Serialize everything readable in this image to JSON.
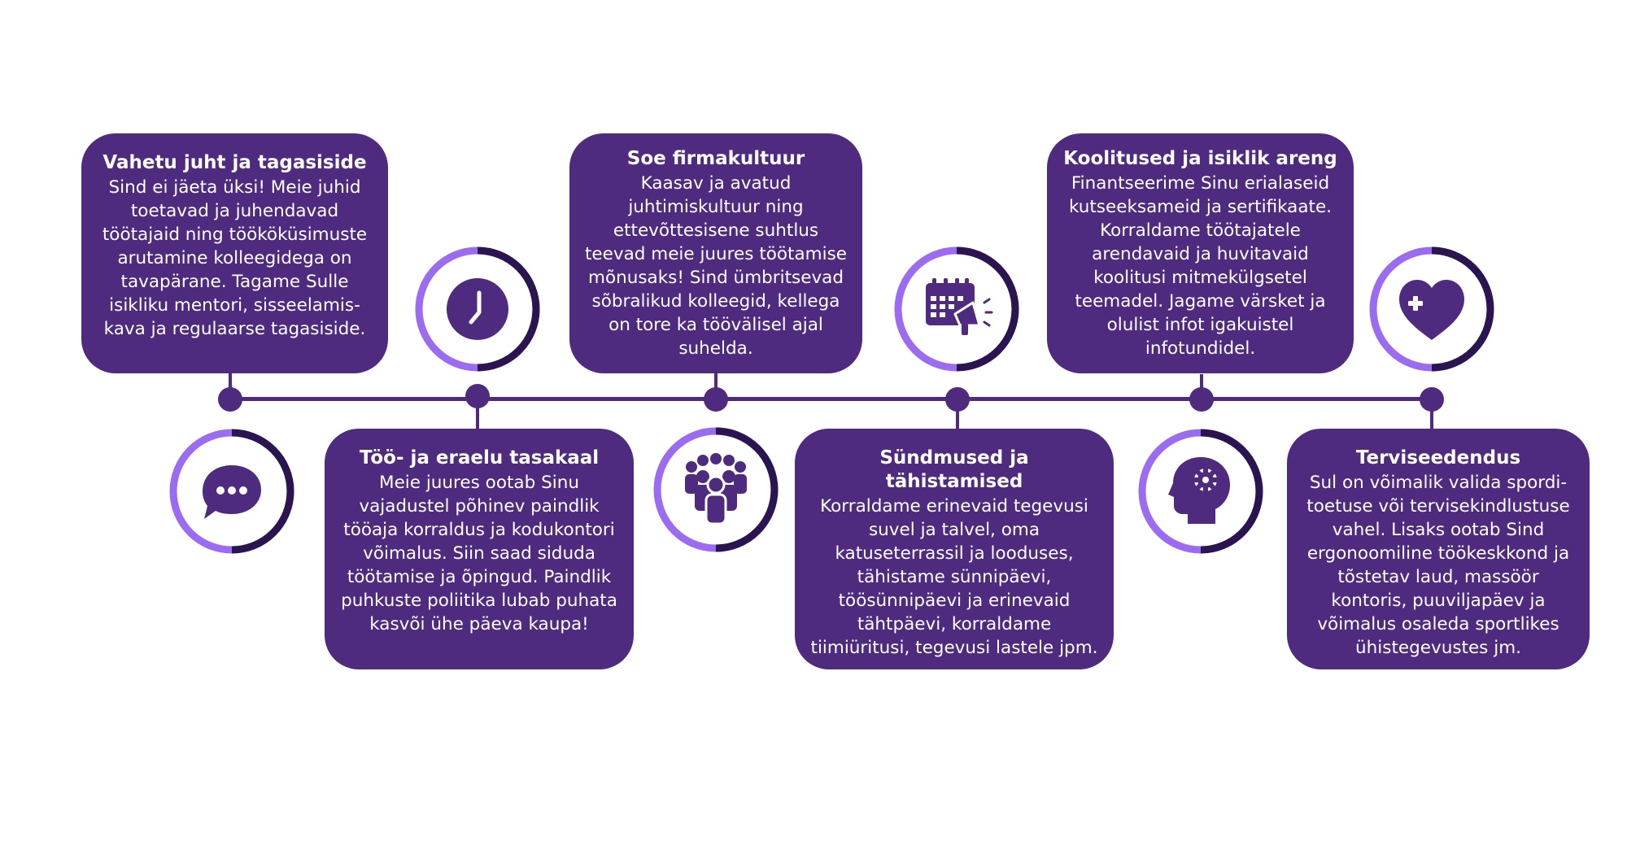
{
  "colors": {
    "card_bg": "#4e2b7f",
    "ring_light": "#9b6bf2",
    "ring_dark": "#2a1550",
    "icon_fill": "#4e2b7f",
    "text": "#ffffff"
  },
  "cards": [
    {
      "title": "Vahetu juht ja tagasiside",
      "body": "Sind ei jäeta üksi! Meie juhid toetavad ja juhendavad töötajaid ning töököküsimuste arutamine kolleegidega on tavapärane. Tagame Sulle isikliku mentori, sisseelamis-kava ja regulaarse tagasiside."
    },
    {
      "title": "Töö- ja eraelu tasakaal",
      "body": "Meie juures ootab Sinu vajadustel põhinev paindlik tööaja korraldus ja kodukontori võimalus. Siin saad siduda töötamise ja õpingud. Paindlik puhkuste poliitika lubab puhata kasvõi ühe päeva kaupa!"
    },
    {
      "title": "Soe firmakultuur",
      "body": "Kaasav ja avatud juhtimiskultuur ning ettevõttesisene suhtlus teevad meie juures töötamise mõnusaks! Sind ümbritsevad sõbralikud kolleegid, kellega on tore ka töövälisel ajal suhelda."
    },
    {
      "title": "Sündmused ja tähistamised",
      "body": "Korraldame erinevaid tegevusi suvel ja talvel, oma katuseterrassil ja looduses, tähistame sünnipäevi, töösünnipäevi ja erinevaid tähtpäevi, korraldame tiimiüritusi, tegevusi lastele jpm."
    },
    {
      "title": "Koolitused ja isiklik areng",
      "body": "Finantseerime Sinu erialaseid kutseeksameid ja sertifikaate. Korraldame töötajatele arendavaid ja huvitavaid koolitusi mitmekülgsetel teemadel. Jagame värsket ja olulist infot igakuistel infotundidel."
    },
    {
      "title": "Terviseedendus",
      "body": "Sul on võimalik valida spordi-toetuse või tervisekindlustuse vahel. Lisaks ootab Sind ergonoomiline töökeskkond ja tõstetav laud, massöör kontoris, puuviljapäev ja võimalus osaleda sportlikes ühistegevustes jm."
    }
  ],
  "icons": [
    {
      "name": "chat-bubble-icon"
    },
    {
      "name": "clock-icon"
    },
    {
      "name": "team-people-icon"
    },
    {
      "name": "calendar-megaphone-icon"
    },
    {
      "name": "head-gear-icon"
    },
    {
      "name": "heart-plus-icon"
    }
  ]
}
